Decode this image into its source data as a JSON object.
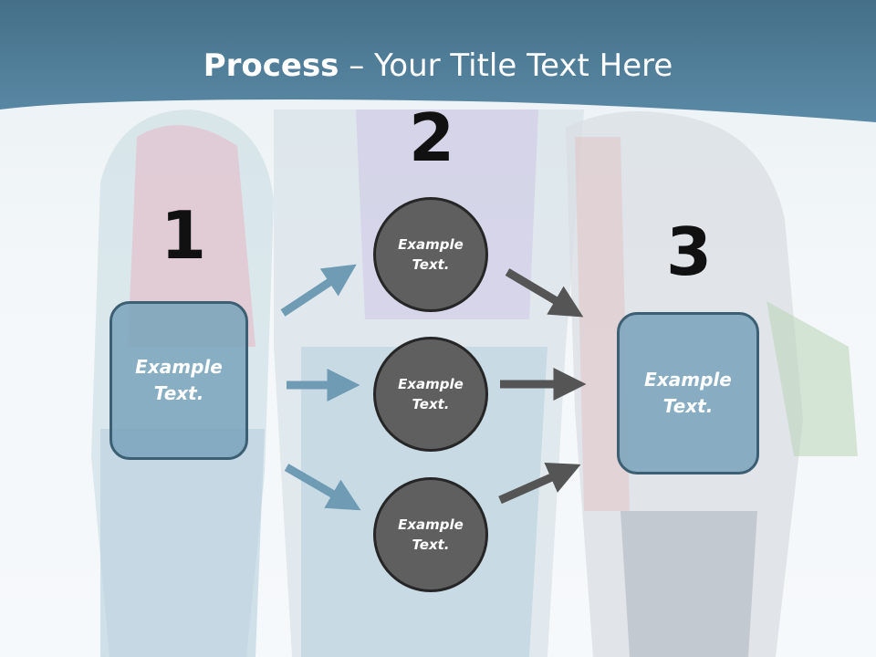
{
  "slide": {
    "title_bold": "Process",
    "title_rest": " – Your Title Text Here",
    "steps": [
      "1",
      "2",
      "3"
    ],
    "left_box": "Example Text.",
    "right_box": "Example Text.",
    "circles": [
      "Example Text.",
      "Example Text.",
      "Example Text."
    ]
  },
  "colors": {
    "title_band": "#4f7d98",
    "box_fill": "#78a3bb",
    "box_border": "#3d5f73",
    "circle_fill": "#5f5f5f",
    "circle_border": "#262626",
    "blue_arrow": "#6f9bb5",
    "gray_arrow": "#555555"
  },
  "icons": [
    "arrow-right-blue",
    "arrow-right-gray"
  ]
}
